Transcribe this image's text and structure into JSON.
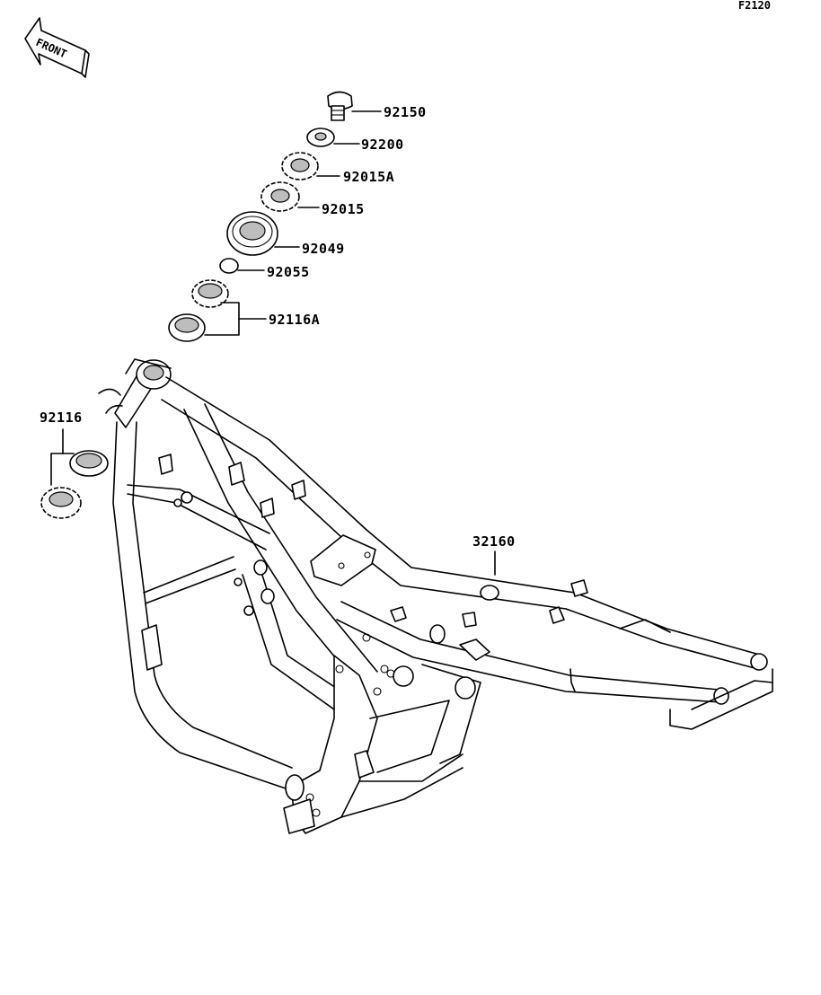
{
  "diagram_id": "F2120",
  "front_indicator": "FRONT",
  "parts": [
    {
      "number": "92150"
    },
    {
      "number": "92200"
    },
    {
      "number": "92015A"
    },
    {
      "number": "92015"
    },
    {
      "number": "92049"
    },
    {
      "number": "92055"
    },
    {
      "number": "92116A"
    },
    {
      "number": "92116"
    },
    {
      "number": "32160"
    }
  ]
}
